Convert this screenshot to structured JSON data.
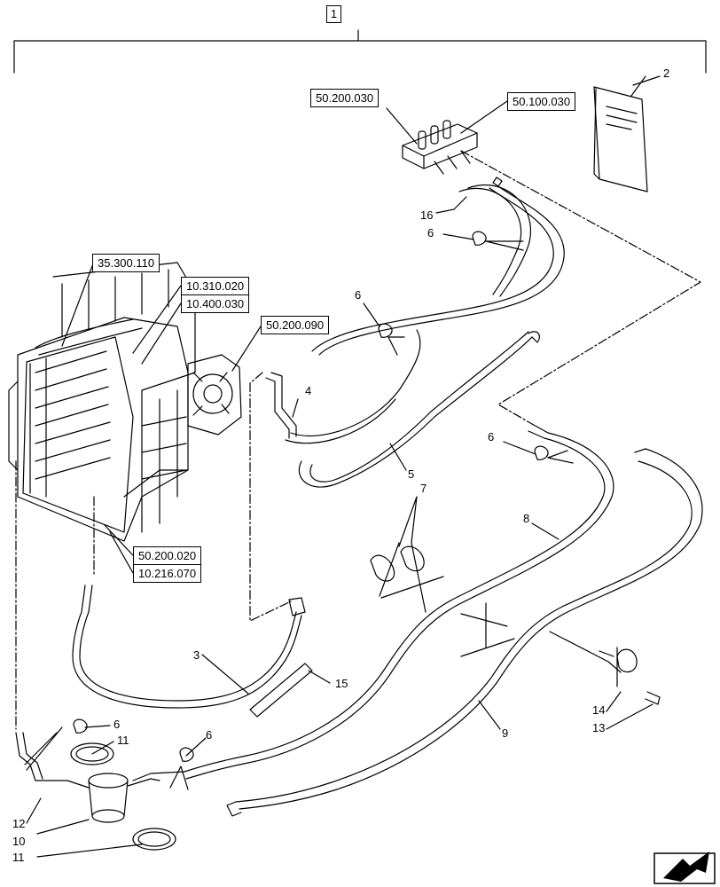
{
  "assembly_item": "1",
  "reference_labels": [
    {
      "id": "ref-50-200-030",
      "text": "50.200.030"
    },
    {
      "id": "ref-50-100-030",
      "text": "50.100.030"
    },
    {
      "id": "ref-35-300-110",
      "text": "35.300.110"
    },
    {
      "id": "ref-10-310-020",
      "text": "10.310.020"
    },
    {
      "id": "ref-10-400-030",
      "text": "10.400.030"
    },
    {
      "id": "ref-50-200-090",
      "text": "50.200.090"
    },
    {
      "id": "ref-50-200-020",
      "text": "50.200.020"
    },
    {
      "id": "ref-10-216-070",
      "text": "10.216.070"
    }
  ],
  "callouts": [
    {
      "id": "callout-2",
      "text": "2"
    },
    {
      "id": "callout-16",
      "text": "16"
    },
    {
      "id": "callout-6a",
      "text": "6"
    },
    {
      "id": "callout-6b",
      "text": "6"
    },
    {
      "id": "callout-4",
      "text": "4"
    },
    {
      "id": "callout-6c",
      "text": "6"
    },
    {
      "id": "callout-5",
      "text": "5"
    },
    {
      "id": "callout-7",
      "text": "7"
    },
    {
      "id": "callout-8",
      "text": "8"
    },
    {
      "id": "callout-3",
      "text": "3"
    },
    {
      "id": "callout-15",
      "text": "15"
    },
    {
      "id": "callout-6d",
      "text": "6"
    },
    {
      "id": "callout-11a",
      "text": "11"
    },
    {
      "id": "callout-6e",
      "text": "6"
    },
    {
      "id": "callout-12",
      "text": "12"
    },
    {
      "id": "callout-10",
      "text": "10"
    },
    {
      "id": "callout-11b",
      "text": "11"
    },
    {
      "id": "callout-9",
      "text": "9"
    },
    {
      "id": "callout-14",
      "text": "14"
    },
    {
      "id": "callout-13",
      "text": "13"
    }
  ],
  "icons": {
    "nav": "next-page-arrow-icon"
  }
}
